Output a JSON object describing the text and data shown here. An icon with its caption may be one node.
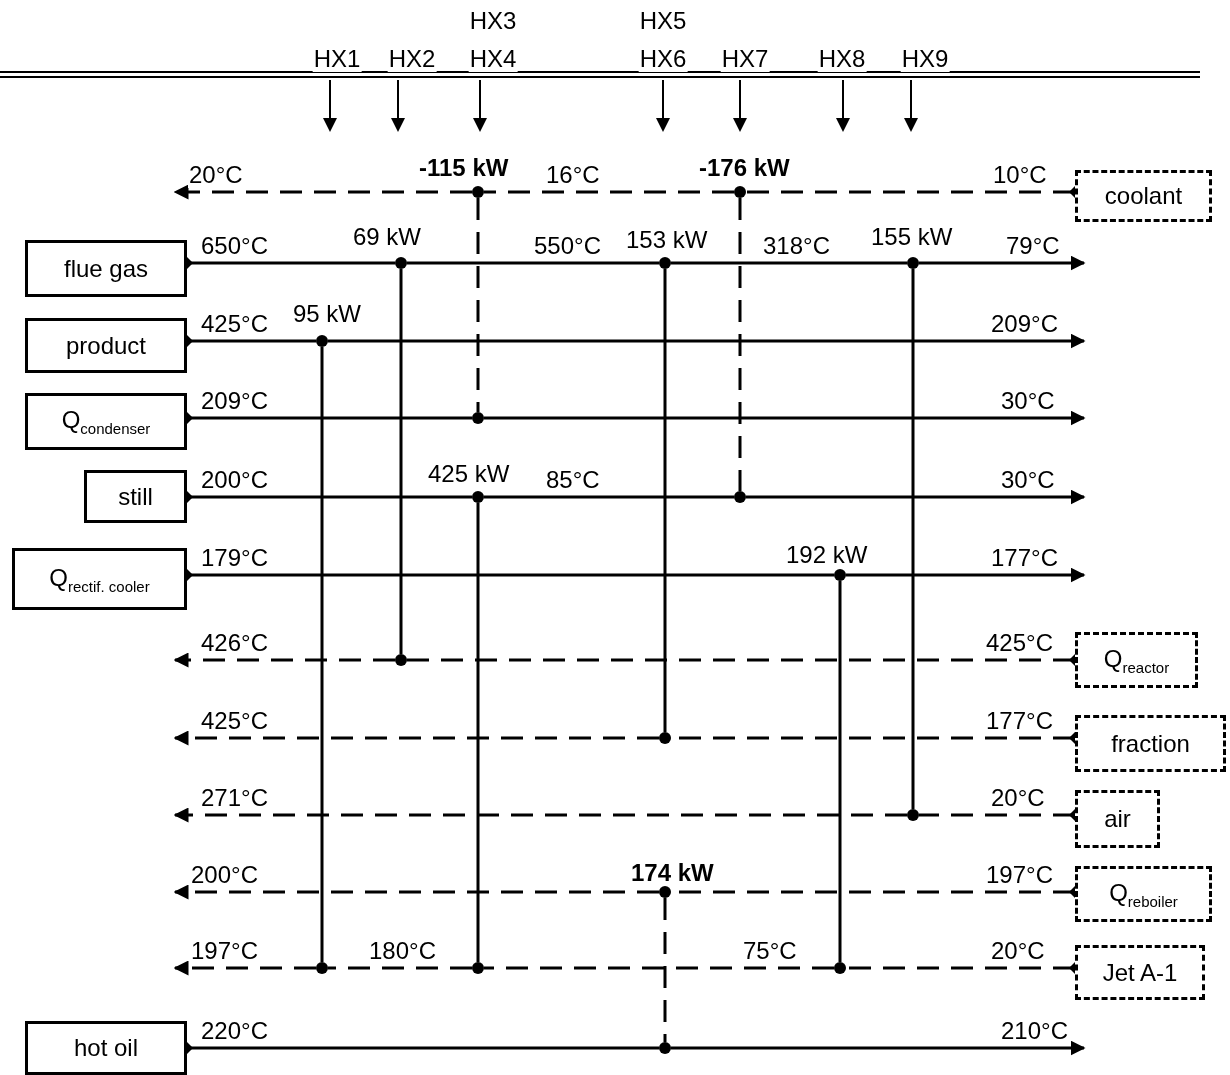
{
  "diagram": {
    "nodes": [
      {
        "text": [
          "coolant"
        ]
      },
      {
        "text": [
          "flue gas"
        ]
      },
      {
        "text": [
          "product"
        ]
      },
      {
        "text": [
          "Q$_{condenser}$"
        ]
      },
      {
        "text": [
          "still"
        ]
      },
      {
        "text": [
          "Q$_{rectif. cooler}$"
        ]
      },
      {
        "text": [
          "Q$_{reactor}$"
        ]
      },
      {
        "text": [
          "fraction"
        ]
      },
      {
        "text": [
          "air"
        ]
      },
      {
        "text": [
          "Q$_{reboiler}$"
        ]
      },
      {
        "text": [
          "Jet A-1"
        ]
      },
      {
        "text": [
          "hot oil"
        ]
      },
      {
        "text": [],
        "shape": "circle",
        "beside": [
          "-115 kW"
        ]
      },
      {
        "text": [],
        "shape": "circle",
        "beside": [
          "-176 kW"
        ]
      },
      {
        "text": [],
        "shape": "circle",
        "beside": [
          "69 kW"
        ]
      },
      {
        "text": [],
        "shape": "circle",
        "beside": [
          "153 kW"
        ]
      },
      {
        "text": [],
        "shape": "circle",
        "beside": [
          "155 kW"
        ]
      },
      {
        "text": [],
        "shape": "circle",
        "beside": [
          "95 kW"
        ]
      },
      {
        "text": [],
        "shape": "circle"
      },
      {
        "text": [],
        "shape": "circle",
        "beside": [
          "425 kW"
        ]
      },
      {
        "text": [],
        "shape": "circle"
      },
      {
        "text": [],
        "shape": "circle",
        "beside": [
          "192 kW"
        ]
      },
      {
        "text": [],
        "shape": "circle"
      },
      {
        "text": [],
        "shape": "circle"
      },
      {
        "text": [],
        "shape": "circle"
      },
      {
        "text": [],
        "shape": "circle",
        "beside": [
          "174 kW"
        ]
      },
      {
        "text": [],
        "shape": "circle"
      },
      {
        "text": [],
        "shape": "circle"
      },
      {
        "text": [],
        "shape": "circle"
      },
      {
        "text": [],
        "shape": "circle"
      }
    ],
    "edges": [
      {
        "from": 0,
        "to": 13,
        "arrow": "other",
        "label": "10°C",
        "style": "dashed"
      },
      {
        "from": 13,
        "to": 12,
        "arrow": "none",
        "label": "16°C",
        "style": "dashed"
      },
      {
        "from": 12,
        "to": null,
        "arrow": "to",
        "label": "20°C",
        "style": "dashed"
      },
      {
        "from": 1,
        "to": 14,
        "arrow": "other",
        "label": "650°C"
      },
      {
        "from": 14,
        "to": 15,
        "arrow": "none",
        "label": "550°C"
      },
      {
        "from": 15,
        "to": 16,
        "arrow": "none",
        "label": "318°C"
      },
      {
        "from": 16,
        "to": null,
        "arrow": "to",
        "label": "79°C"
      },
      {
        "from": 2,
        "to": 17,
        "arrow": "other",
        "label": "425°C"
      },
      {
        "from": 17,
        "to": null,
        "arrow": "to",
        "label": "209°C"
      },
      {
        "from": 3,
        "to": 18,
        "arrow": "other",
        "label": "209°C"
      },
      {
        "from": 18,
        "to": null,
        "arrow": "to",
        "label": "30°C"
      },
      {
        "from": 4,
        "to": 19,
        "arrow": "other",
        "label": "200°C"
      },
      {
        "from": 19,
        "to": 20,
        "arrow": "none",
        "label": "85°C"
      },
      {
        "from": 20,
        "to": null,
        "arrow": "to",
        "label": "30°C"
      },
      {
        "from": 5,
        "to": 21,
        "arrow": "other",
        "label": "179°C"
      },
      {
        "from": 21,
        "to": null,
        "arrow": "to",
        "label": "177°C"
      },
      {
        "from": 6,
        "to": 22,
        "arrow": "other",
        "label": "425°C",
        "style": "dashed"
      },
      {
        "from": 22,
        "to": null,
        "arrow": "to",
        "label": "426°C",
        "style": "dashed"
      },
      {
        "from": 7,
        "to": 23,
        "arrow": "other",
        "label": "177°C",
        "style": "dashed"
      },
      {
        "from": 23,
        "to": null,
        "arrow": "to",
        "label": "425°C",
        "style": "dashed"
      },
      {
        "from": 8,
        "to": 24,
        "arrow": "other",
        "label": "20°C",
        "style": "dashed"
      },
      {
        "from": 24,
        "to": null,
        "arrow": "to",
        "label": "271°C",
        "style": "dashed"
      },
      {
        "from": 9,
        "to": 25,
        "arrow": "other",
        "label": "197°C",
        "style": "dashed"
      },
      {
        "from": 25,
        "to": null,
        "arrow": "to",
        "label": "200°C",
        "style": "dashed"
      },
      {
        "from": 10,
        "to": 28,
        "arrow": "other",
        "label": "20°C",
        "style": "dashed"
      },
      {
        "from": 28,
        "to": 27,
        "arrow": "none",
        "label": "75°C",
        "style": "dashed"
      },
      {
        "from": 27,
        "to": 26,
        "arrow": "none",
        "label": "180°C",
        "style": "dashed"
      },
      {
        "from": 26,
        "to": null,
        "arrow": "to",
        "label": "197°C",
        "style": "dashed"
      },
      {
        "from": 11,
        "to": 29,
        "arrow": "other",
        "label": "220°C"
      },
      {
        "from": 29,
        "to": null,
        "arrow": "to",
        "label": "210°C"
      },
      {
        "from": 12,
        "to": 18,
        "arrow": "none",
        "style": "dashed"
      },
      {
        "from": 13,
        "to": 20,
        "arrow": "none",
        "style": "dashed"
      },
      {
        "from": 14,
        "to": 22,
        "arrow": "none"
      },
      {
        "from": 15,
        "to": 23,
        "arrow": "none"
      },
      {
        "from": 16,
        "to": 24,
        "arrow": "none"
      },
      {
        "from": 17,
        "to": 26,
        "arrow": "none"
      },
      {
        "from": 19,
        "to": 27,
        "arrow": "none"
      },
      {
        "from": 21,
        "to": 28,
        "arrow": "none"
      },
      {
        "from": 25,
        "to": 29,
        "arrow": "none",
        "style": "dashed"
      }
    ],
    "labels": [
      "HX3",
      "HX5",
      "HX1",
      "HX2",
      "HX4",
      "HX6",
      "HX7",
      "HX8",
      "HX9"
    ]
  }
}
